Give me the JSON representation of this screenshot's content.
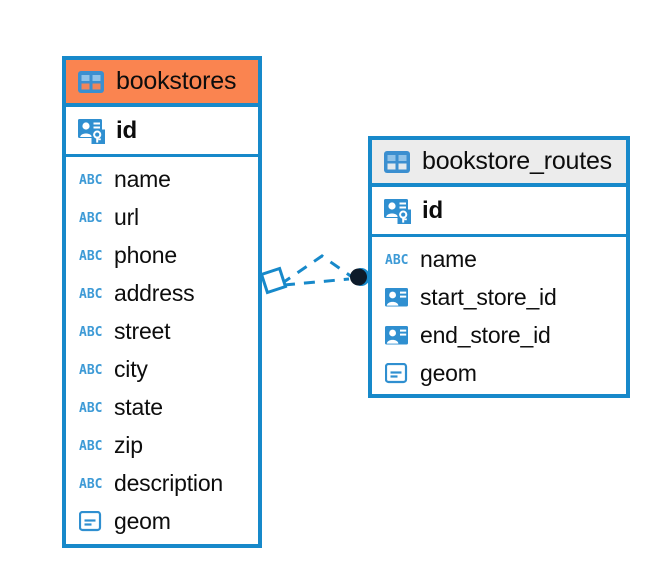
{
  "diagram": {
    "title": "database-er-diagram",
    "background_color": "#ffffff",
    "accent_color": "#1789ca",
    "highlight_color": "#fa8450",
    "header_grey": "#ececec",
    "text_color": "#0d0d0d"
  },
  "entities": [
    {
      "name": "bookstores",
      "header_style": "orange",
      "primary_key": {
        "label": "id",
        "icon": "primary-key-icon"
      },
      "fields": [
        {
          "label": "name",
          "icon": "abc-text-icon"
        },
        {
          "label": "url",
          "icon": "abc-text-icon"
        },
        {
          "label": "phone",
          "icon": "abc-text-icon"
        },
        {
          "label": "address",
          "icon": "abc-text-icon"
        },
        {
          "label": "street",
          "icon": "abc-text-icon"
        },
        {
          "label": "city",
          "icon": "abc-text-icon"
        },
        {
          "label": "state",
          "icon": "abc-text-icon"
        },
        {
          "label": "zip",
          "icon": "abc-text-icon"
        },
        {
          "label": "description",
          "icon": "abc-text-icon"
        },
        {
          "label": "geom",
          "icon": "geometry-icon"
        }
      ]
    },
    {
      "name": "bookstore_routes",
      "header_style": "grey",
      "primary_key": {
        "label": "id",
        "icon": "primary-key-icon"
      },
      "fields": [
        {
          "label": "name",
          "icon": "abc-text-icon"
        },
        {
          "label": "start_store_id",
          "icon": "foreign-key-icon"
        },
        {
          "label": "end_store_id",
          "icon": "foreign-key-icon"
        },
        {
          "label": "geom",
          "icon": "geometry-icon"
        }
      ]
    }
  ],
  "relationship": {
    "from_entity": "bookstores",
    "to_entity": "bookstore_routes",
    "line_style": "dashed",
    "line_color": "#1789ca",
    "source_marker": "diamond-marker",
    "target_marker": "filled-circle-marker"
  }
}
